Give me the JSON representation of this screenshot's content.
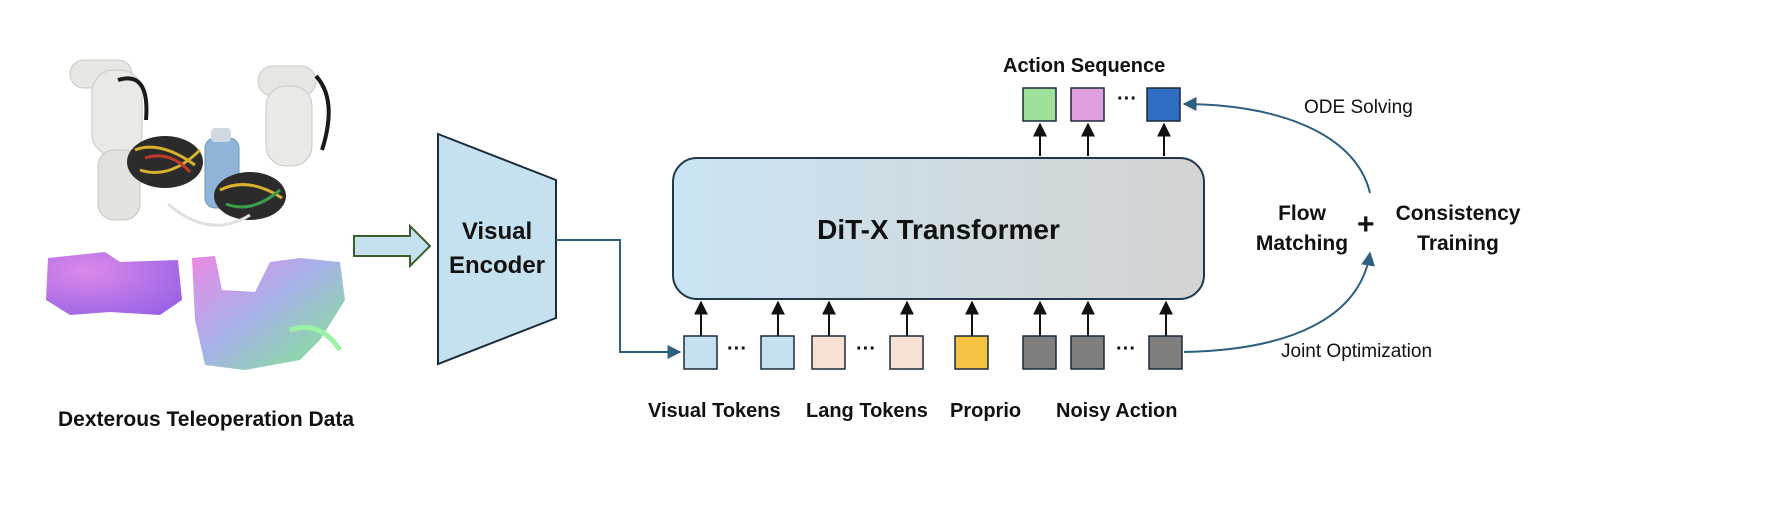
{
  "input": {
    "caption": "Dexterous Teleoperation Data"
  },
  "encoder": {
    "label_line1": "Visual",
    "label_line2": "Encoder",
    "fill": "#c5e1ef"
  },
  "transformer": {
    "label": "DiT-X Transformer",
    "gradient_start": "#c9e4f2",
    "gradient_end": "#d3d3d3"
  },
  "output": {
    "title": "Action Sequence",
    "ellipsis": "···",
    "colors": [
      "#9ee09a",
      "#df9fde",
      "#2f6cc4"
    ]
  },
  "token_groups": [
    {
      "label": "Visual Tokens",
      "color": "#c5e1ef",
      "ellipsis": "···"
    },
    {
      "label": "Lang Tokens",
      "color": "#f7e1d4",
      "ellipsis": "···"
    },
    {
      "label": "Proprio",
      "color": "#f5c242",
      "ellipsis": ""
    },
    {
      "label": "Noisy Action",
      "color": "#7f7f7f",
      "ellipsis": "···"
    }
  ],
  "training": {
    "flow_line1": "Flow",
    "flow_line2": "Matching",
    "plus": "+",
    "consistency_line1": "Consistency",
    "consistency_line2": "Training",
    "ode_label": "ODE Solving",
    "joint_label": "Joint Optimization",
    "curve_color": "#2f5f7f"
  }
}
